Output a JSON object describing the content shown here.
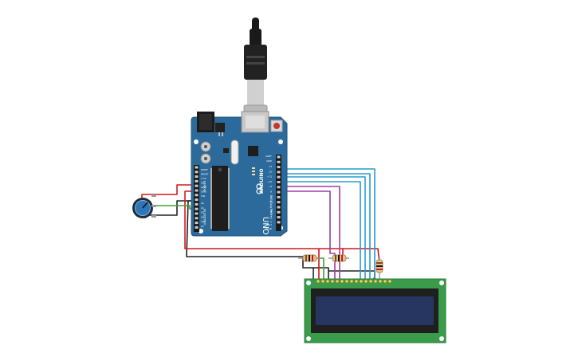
{
  "board": {
    "name": "UNO",
    "brand": "ARDUINO",
    "aref_label": "AREF",
    "gnd_label": "GND",
    "digital_label": "DIGITAL (PWM~)",
    "tx_label": "TX▸1",
    "rx_label": "RX◂0",
    "power_label": "POWER",
    "analog_label": "ANALOG IN",
    "power_pins": [
      "IOREF",
      "RESET",
      "3.3V",
      "5V",
      "GND",
      "GND",
      "VIN"
    ],
    "analog_pins": [
      "A0",
      "A1",
      "A2",
      "A3",
      "A4",
      "A5"
    ],
    "digital_pins": [
      "13",
      "12",
      "~11",
      "~10",
      "~9",
      "8",
      "7",
      "~6",
      "~5",
      "4",
      "~3",
      "2"
    ],
    "colors": {
      "pcb": "#2b6a9a",
      "pcb_edge": "#1f5582"
    }
  },
  "wire_colors": {
    "power": "#d3191c",
    "ground": "#222222",
    "signal_green": "#3aa535",
    "signal_purple": "#9b3fa0",
    "data_blue": "#2a9ad0"
  },
  "lcd": {
    "colors": {
      "pcb": "#3a9b4a",
      "screen": "#263661",
      "bezel": "#1f1f1f"
    }
  },
  "potentiometer": {
    "colors": {
      "knob": "#2f76b8",
      "body": "#1e2b3a"
    }
  }
}
